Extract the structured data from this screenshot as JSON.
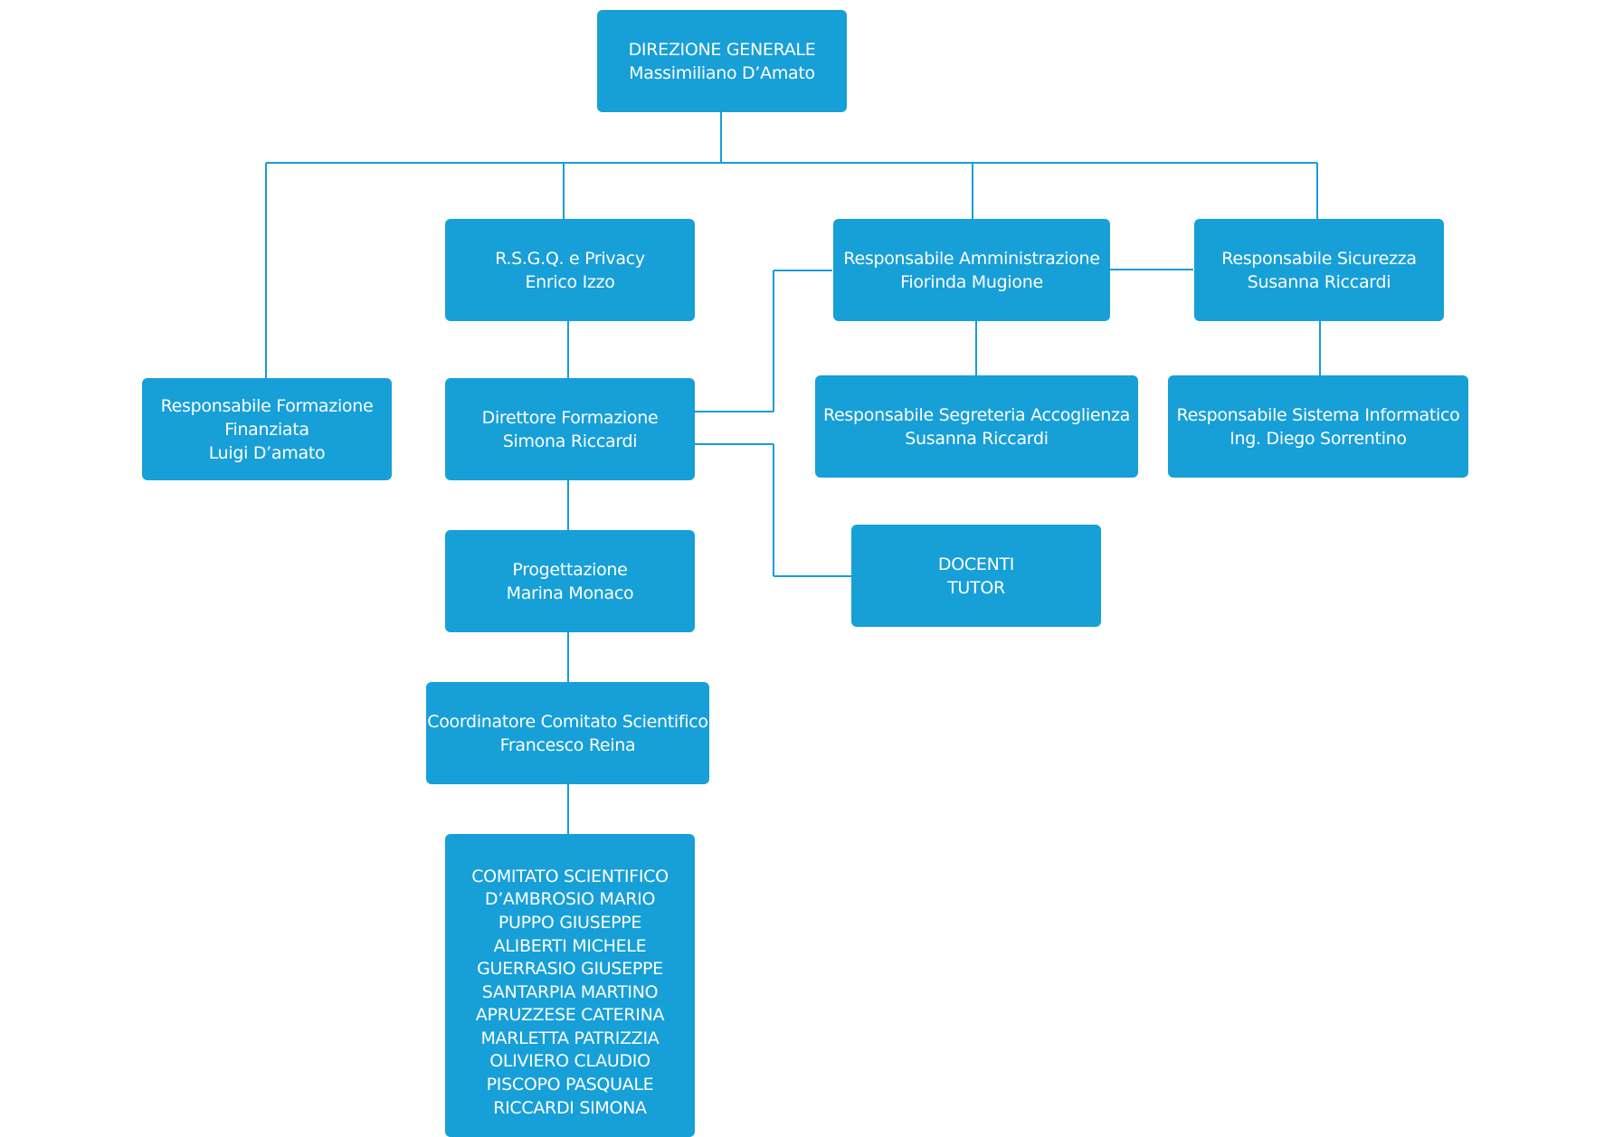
{
  "nodes": {
    "direzione": {
      "lines": [
        "DIREZIONE GENERALE",
        "Massimiliano D’Amato"
      ]
    },
    "rsgq": {
      "lines": [
        "R.S.G.Q. e Privacy",
        "Enrico Izzo"
      ]
    },
    "amministrazione": {
      "lines": [
        "Responsabile Amministrazione",
        "Fiorinda Mugione"
      ]
    },
    "sicurezza": {
      "lines": [
        "Responsabile Sicurezza",
        "Susanna Riccardi"
      ]
    },
    "formazione_finanziata": {
      "lines": [
        "Responsabile Formazione",
        "Finanziata",
        "Luigi D’amato"
      ]
    },
    "direttore_formazione": {
      "lines": [
        "Direttore Formazione",
        "Simona Riccardi"
      ]
    },
    "segreteria": {
      "lines": [
        "Responsabile Segreteria Accoglienza",
        "Susanna Riccardi"
      ]
    },
    "sistema_informatico": {
      "lines": [
        "Responsabile Sistema Informatico",
        "Ing. Diego Sorrentino"
      ]
    },
    "docenti": {
      "lines": [
        "DOCENTI",
        "TUTOR"
      ]
    },
    "progettazione": {
      "lines": [
        "Progettazione",
        "Marina Monaco"
      ]
    },
    "coordinatore": {
      "lines": [
        "Coordinatore Comitato Scientifico",
        "Francesco Reina"
      ]
    },
    "comitato": {
      "lines": [
        "COMITATO SCIENTIFICO",
        "D’AMBROSIO MARIO",
        "PUPPO GIUSEPPE",
        "ALIBERTI MICHELE",
        "GUERRASIO GIUSEPPE",
        "SANTARPIA MARTINO",
        "APRUZZESE CATERINA",
        "MARLETTA PATRIZZIA",
        "OLIVIERO CLAUDIO",
        "PISCOPO PASQUALE",
        "RICCARDI SIMONA"
      ]
    }
  },
  "colors": {
    "box": "#179fd8",
    "connector": "#1a9cd7",
    "text": "#ffffff"
  }
}
